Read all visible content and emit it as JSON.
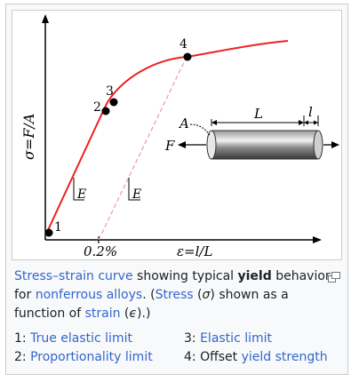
{
  "figure": {
    "y_axis_label": "σ=F/A",
    "x_axis_label": "ε=l/L",
    "offset_label": "0.2%",
    "slope_label_1": "E",
    "slope_label_2": "E",
    "points": [
      {
        "label": "1"
      },
      {
        "label": "2"
      },
      {
        "label": "3"
      },
      {
        "label": "4"
      }
    ],
    "specimen": {
      "area_label": "A",
      "force_label": "F",
      "length_label": "L",
      "extension_label": "l"
    },
    "colors": {
      "curve": "#ee2222",
      "offset_line": "#f4a0a0",
      "axes": "#000000"
    }
  },
  "caption": {
    "link1": "Stress–strain curve",
    "text1": " showing typical ",
    "bold1": "yield",
    "text2": " behavior for ",
    "link2": "nonferrous alloys",
    "text3": ". (",
    "link3": "Stress",
    "text4": " (",
    "sym1": "σ",
    "text5": ") shown as a function of ",
    "link4": "strain",
    "text6": " (",
    "sym2": "ϵ",
    "text7": ").)"
  },
  "legend": {
    "items": [
      {
        "num": "1: ",
        "text": "True elastic limit"
      },
      {
        "num": "2: ",
        "text": "Proportionality limit"
      },
      {
        "num": "3: ",
        "text": "Elastic limit"
      },
      {
        "num": "4: ",
        "text": "Offset ",
        "link": "yield strength"
      }
    ]
  },
  "magnify_icon": "enlarge-icon"
}
